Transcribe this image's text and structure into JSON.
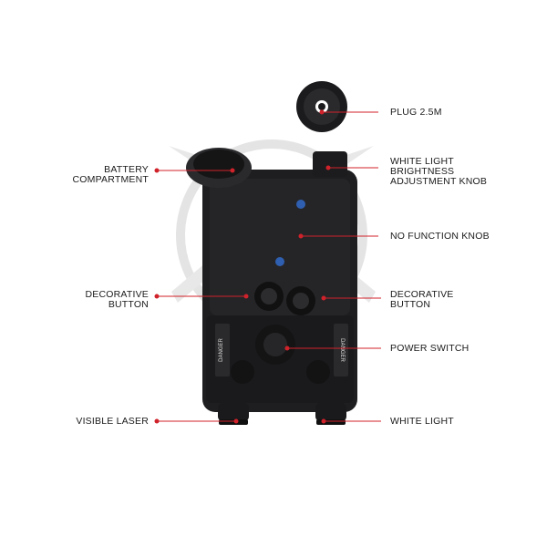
{
  "colors": {
    "leader": "#d0222a",
    "device": "#1b1b1d",
    "watermark": "#d9d9d9"
  },
  "callouts": {
    "plug": "PLUG 2.5M",
    "white_light_knob": [
      "WHITE LIGHT",
      "BRIGHTNESS",
      "ADJUSTMENT KNOB"
    ],
    "battery": [
      "BATTERY",
      "COMPARTMENT"
    ],
    "no_function_knob": "NO FUNCTION KNOB",
    "decorative_left": [
      "DECORATIVE",
      "BUTTON"
    ],
    "decorative_right": [
      "DECORATIVE",
      "BUTTON"
    ],
    "power_switch": "POWER SWITCH",
    "visible_laser": "VISIBLE LASER",
    "white_light": "WHITE LIGHT"
  },
  "device_markings": {
    "left_warning": "DANGER",
    "right_warning": "DANGER"
  }
}
